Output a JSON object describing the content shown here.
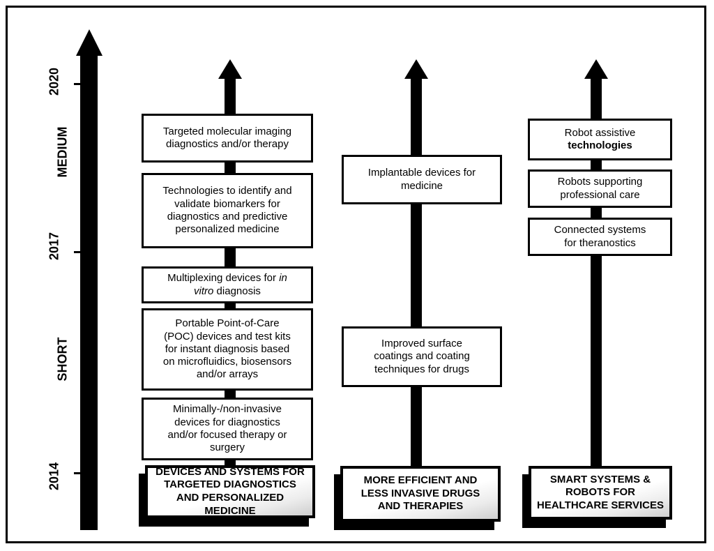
{
  "axis": {
    "years": [
      {
        "label": "2020"
      },
      {
        "label": "2017"
      },
      {
        "label": "2014"
      }
    ],
    "periods": [
      {
        "label": "MEDIUM"
      },
      {
        "label": "SHORT"
      }
    ]
  },
  "columns": [
    {
      "title": "DEVICES AND SYSTEMS FOR\nTARGETED DIAGNOSTICS\nAND PERSONALIZED\nMEDICINE",
      "boxes": [
        {
          "text": "Targeted molecular imaging\ndiagnostics and/or therapy"
        },
        {
          "text": "Technologies to identify and\nvalidate biomarkers for\ndiagnostics and predictive\npersonalized medicine"
        },
        {
          "pre": "Multiplexing devices for ",
          "italic": "in\nvitro",
          "post": " diagnosis"
        },
        {
          "text": "Portable Point-of-Care\n(POC) devices and test kits\nfor instant diagnosis based\non microfluidics, biosensors\nand/or arrays"
        },
        {
          "text": "Minimally-/non-invasive\ndevices for diagnostics\nand/or focused therapy or\nsurgery"
        }
      ]
    },
    {
      "title": "MORE EFFICIENT AND\nLESS INVASIVE DRUGS\nAND THERAPIES",
      "boxes": [
        {
          "text": "Implantable devices for\nmedicine"
        },
        {
          "text": "Improved surface\ncoatings and coating\ntechniques for drugs"
        }
      ]
    },
    {
      "title": "SMART SYSTEMS &\nROBOTS FOR\nHEALTHCARE SERVICES",
      "boxes": [
        {
          "pre": "Robot assistive\n",
          "bold": "technologies"
        },
        {
          "text": "Robots supporting\nprofessional care"
        },
        {
          "text": "Connected systems\nfor theranostics"
        }
      ]
    }
  ],
  "colors": {
    "ink": "#000000",
    "background": "#ffffff"
  }
}
